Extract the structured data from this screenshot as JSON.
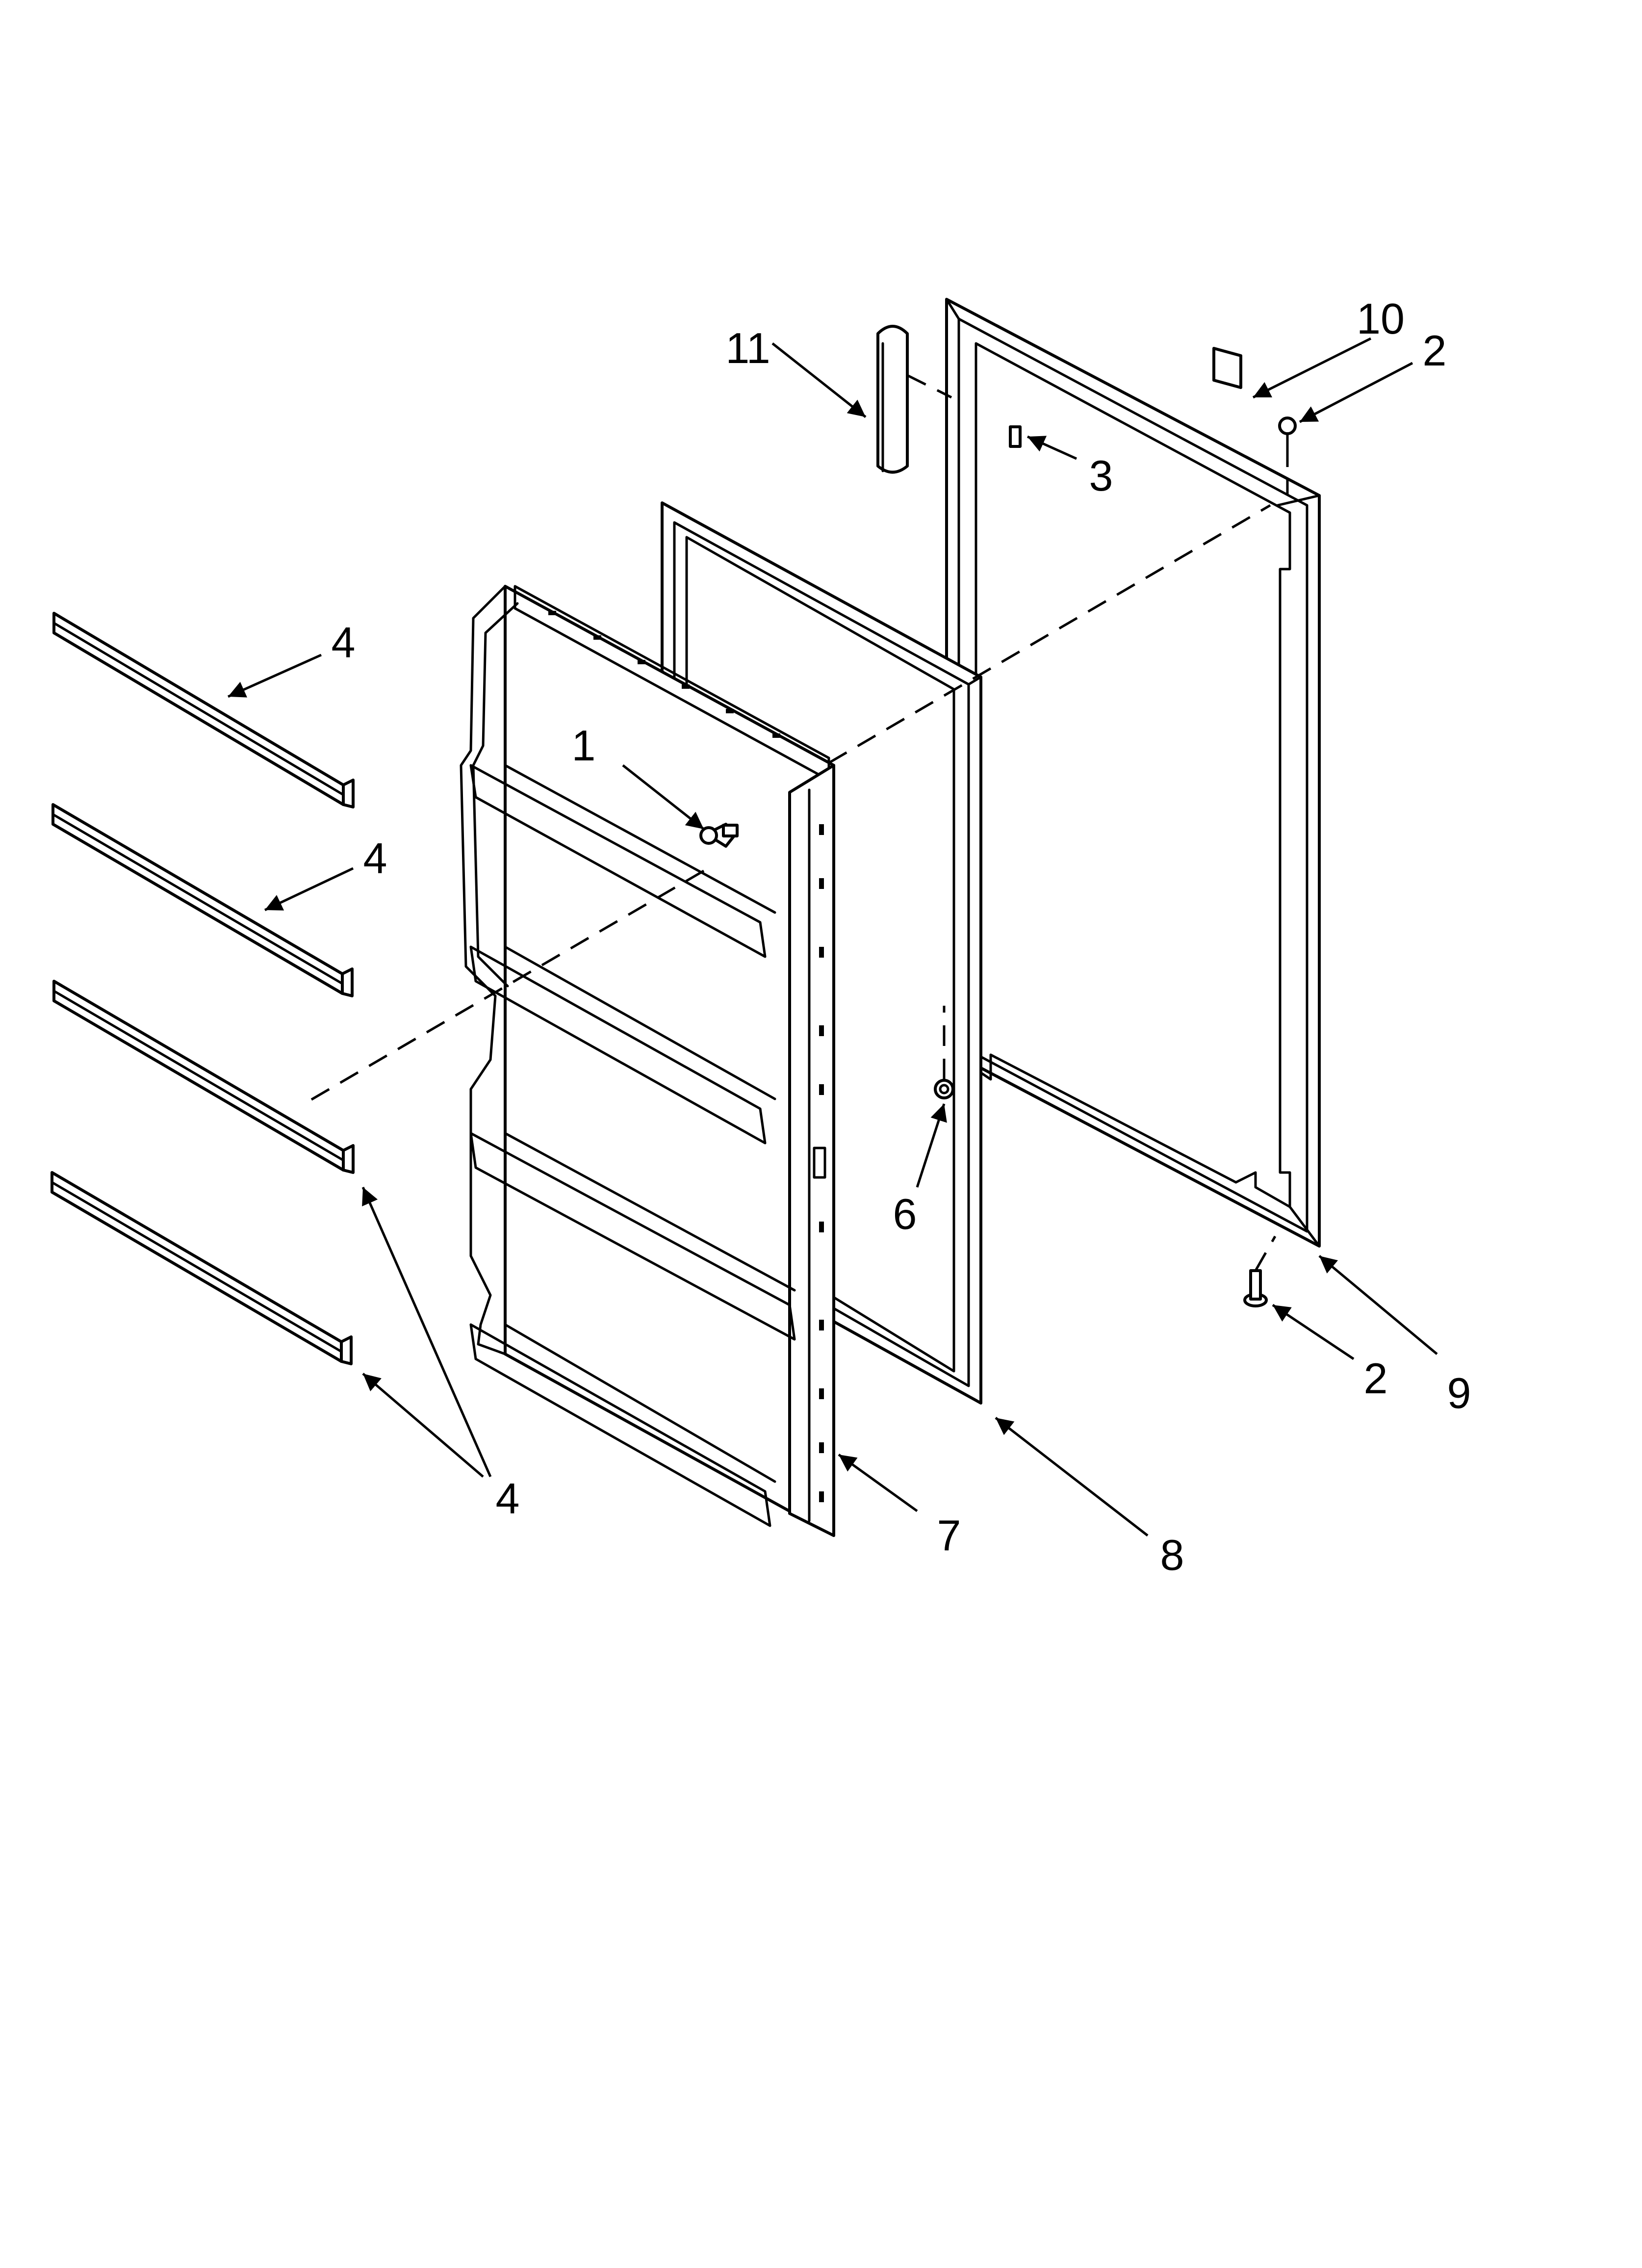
{
  "callouts": {
    "c1": "1",
    "c2a": "2",
    "c2b": "2",
    "c3": "3",
    "c4a": "4",
    "c4b": "4",
    "c4c": "4",
    "c6": "6",
    "c7": "7",
    "c8": "8",
    "c9": "9",
    "c10": "10",
    "c11": "11"
  },
  "colors": {
    "ink": "#000000",
    "paper": "#ffffff"
  }
}
